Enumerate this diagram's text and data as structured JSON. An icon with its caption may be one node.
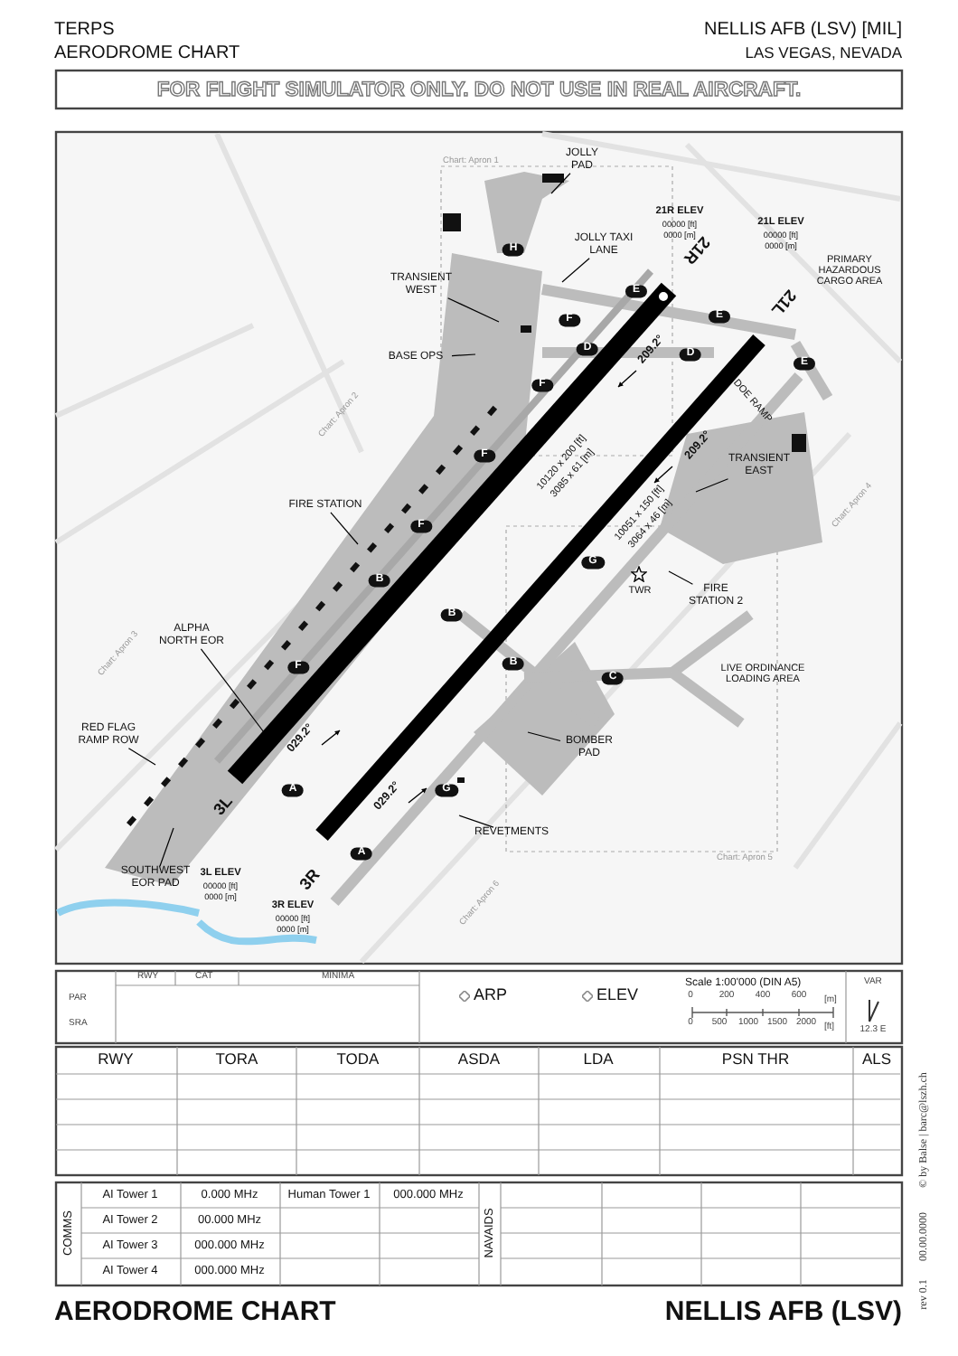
{
  "diagram": {
    "nodes": [
      {
        "text": [
          "JOLLY PAD"
        ]
      },
      {
        "text": [
          "JOLLY TAXI LANE"
        ]
      },
      {
        "text": [
          "TRANSIENT WEST"
        ]
      },
      {
        "text": [
          "BASE OPS"
        ]
      },
      {
        "text": [
          "FIRE STATION"
        ]
      },
      {
        "text": [
          "ALPHA NORTH EOR"
        ]
      },
      {
        "text": [
          "RED FLAG RAMP ROW"
        ]
      },
      {
        "text": [
          "SOUTHWEST EOR PAD"
        ]
      },
      {
        "text": [
          "TRANSIENT EAST"
        ]
      },
      {
        "text": [
          "FIRE STATION 2"
        ]
      },
      {
        "text": [
          "BOMBER PAD"
        ]
      },
      {
        "text": [
          "REVETMENTS"
        ]
      }
    ],
    "edges": [
      {
        "from": 0,
        "to": null,
        "arrow": "none"
      },
      {
        "from": 1,
        "to": null,
        "arrow": "none"
      },
      {
        "from": 2,
        "to": null,
        "arrow": "none"
      },
      {
        "from": 3,
        "to": null,
        "arrow": "none"
      },
      {
        "from": 4,
        "to": null,
        "arrow": "none"
      },
      {
        "from": 5,
        "to": null,
        "arrow": "none"
      },
      {
        "from": 6,
        "to": null,
        "arrow": "none"
      },
      {
        "from": 7,
        "to": null,
        "arrow": "none"
      },
      {
        "from": 8,
        "to": null,
        "arrow": "none"
      },
      {
        "from": 9,
        "to": null,
        "arrow": "none"
      },
      {
        "from": 10,
        "to": null,
        "arrow": "none"
      },
      {
        "from": 11,
        "to": null,
        "arrow": "none"
      }
    ],
    "labels": [
      "TERPS",
      "AERODROME CHART",
      "NELLIS AFB (LSV) [MIL]",
      "LAS VEGAS, NEVADA",
      "FOR FLIGHT SIMULATOR ONLY. DO NOT USE IN REAL AIRCRAFT.",
      "Chart: Apron 1",
      "21R ELEV",
      "00000 [ft]",
      "0000 [m]",
      "21L ELEV",
      "00000 [ft]",
      "0000 [m]",
      "PRIMARY HAZARDOUS CARGO AREA",
      "H",
      "21R",
      "21L",
      "E",
      "F",
      "E",
      "D",
      "D",
      "E",
      "Chart: Apron 2",
      "F",
      "209.2°",
      "209.2°",
      "DOE RAMP",
      "F",
      "10120 x 200 [ft]",
      "3085 x 61 [m]",
      "10051 x 150 [ft]",
      "3064 x 46 [m]",
      "Chart: Apron 4",
      "F",
      "Chart: Apron 3",
      "G",
      "TWR",
      "B",
      "B",
      "F",
      "B",
      "C",
      "LIVE ORDINANCE LOADING AREA",
      "029.2°",
      "029.2°",
      "A",
      "G",
      "A",
      "3L",
      "3R",
      "3L ELEV",
      "00000 [ft]",
      "0000 [m]",
      "3R ELEV",
      "00000 [ft]",
      "0000 [m]",
      "Chart: Apron 5",
      "Chart: Apron 6",
      "RWY",
      "CAT",
      "MINIMA",
      "ARP",
      "ELEV",
      "Scale 1:00'000 (DIN A5)",
      "VAR",
      "PAR",
      "0",
      "200",
      "400",
      "600",
      "[m]",
      "SRA",
      "0",
      "500",
      "1000",
      "1500",
      "2000",
      "[ft]",
      "12.3 E",
      "RWY",
      "TORA",
      "TODA",
      "ASDA",
      "LDA",
      "PSN THR",
      "ALS",
      "COMMS",
      "AI Tower 1",
      "0.000 MHz",
      "Human Tower 1",
      "000.000 MHz",
      "NAVAIDS",
      "AI Tower 2",
      "00.000 MHz",
      "AI Tower 3",
      "000.000 MHz",
      "AI Tower 4",
      "000.000 MHz",
      "AERODROME CHART",
      "NELLIS AFB (LSV)",
      "rev 0.1",
      "00.00.0000",
      "© by Balse | barc@lszh.ch"
    ]
  }
}
